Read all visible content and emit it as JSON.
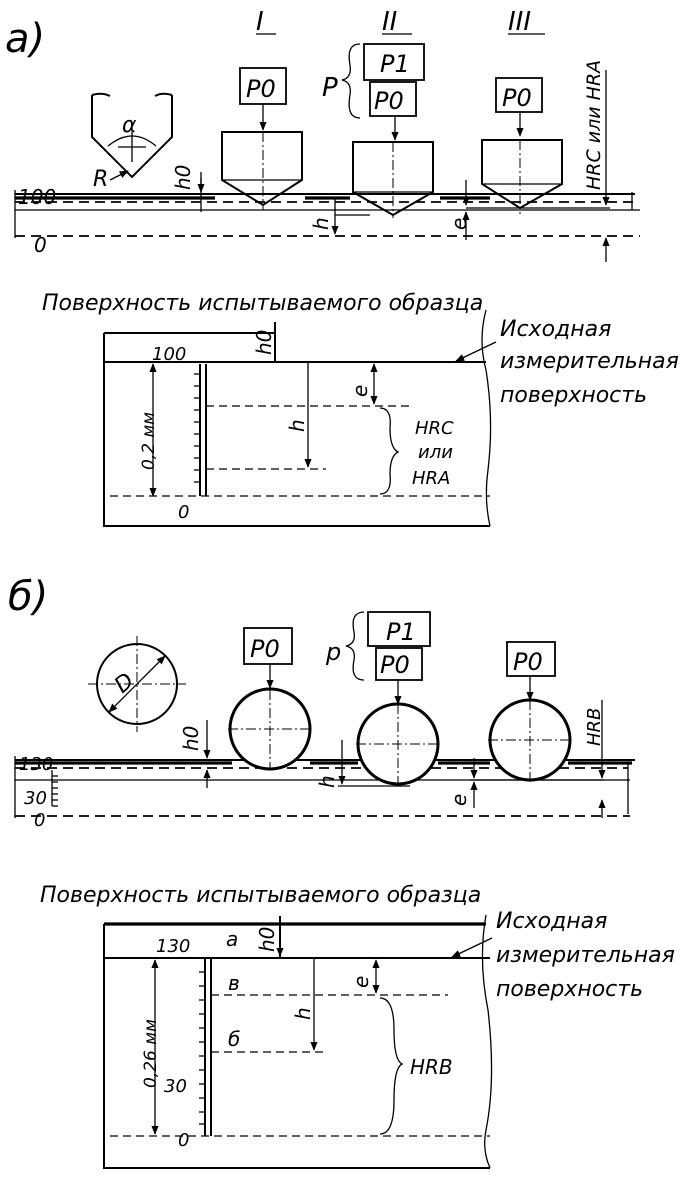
{
  "part_a": {
    "label": "а)",
    "stage_numbers": [
      "I",
      "II",
      "III"
    ],
    "load_p0": "P0",
    "load_p1": "P1",
    "load_total": "P",
    "indenter_angle": "α",
    "indenter_radius": "R",
    "scale_top": "100",
    "scale_bottom": "0",
    "dim_h0": "h0",
    "dim_h": "h",
    "dim_e": "e",
    "result_label": "HRC или HRA",
    "detail": {
      "surface_title": "Поверхность испытываемого образца",
      "reference_label_1": "Исходная",
      "reference_label_2": "измерительная",
      "reference_label_3": "поверхность",
      "scale_top": "100",
      "scale_bottom": "0",
      "span_label": "0,2 мм",
      "dim_h0": "h0",
      "dim_h": "h",
      "dim_e": "e",
      "result_1": "HRC",
      "result_2": "или",
      "result_3": "HRA"
    }
  },
  "part_b": {
    "label": "б)",
    "load_p0": "P0",
    "load_p1": "P1",
    "load_total": "p",
    "ball_diameter": "D",
    "scale_top": "130",
    "scale_mid": "30",
    "scale_bottom": "0",
    "dim_h0": "h0",
    "dim_h": "h",
    "dim_e": "e",
    "result_label": "HRB",
    "detail": {
      "surface_title": "Поверхность испытываемого образца",
      "reference_label_1": "Исходная",
      "reference_label_2": "измерительная",
      "reference_label_3": "поверхность",
      "scale_top": "130",
      "scale_mid": "30",
      "scale_bottom": "0",
      "span_label": "0,26 мм",
      "mark_a": "а",
      "mark_b": "в",
      "mark_c": "б",
      "dim_h0": "h0",
      "dim_h": "h",
      "dim_e": "e",
      "result_label": "HRB"
    }
  }
}
